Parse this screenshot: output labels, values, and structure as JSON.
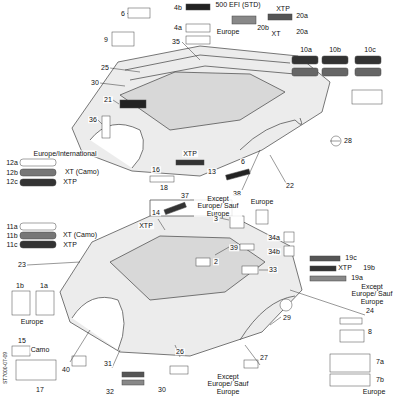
{
  "diagram": {
    "labels": [
      "6",
      "4b",
      "500 EFI (STD)",
      "35",
      "4a",
      "Europe",
      "20b",
      "XTP",
      "20a",
      "20a",
      "XT",
      "25",
      "30",
      "21",
      "9",
      "10a",
      "10b",
      "10c",
      "36",
      "Europe/International",
      "12a",
      "12b",
      "XT (Camo)",
      "12c",
      "XTP",
      "28",
      "16",
      "XTP",
      "13",
      "18",
      "38",
      "22",
      "6",
      "14",
      "XTP",
      "37",
      "Except Europe/ Sauf Europe",
      "3",
      "Europe",
      "34a",
      "34b",
      "19c",
      "19b",
      "XTP",
      "19a",
      "XT",
      "11a",
      "11b",
      "XT (Camo)",
      "11c",
      "XTP",
      "39",
      "2",
      "33",
      "23",
      "1b",
      "1a",
      "Europe",
      "24",
      "Except Europe/ Sauf Europe",
      "29",
      "8",
      "15",
      "Camo",
      "17",
      "40",
      "26",
      "31",
      "27",
      "32",
      "30",
      "Except Europe/ Sauf Europe",
      "7a",
      "7b",
      "Europe",
      "ST7000-07-09"
    ]
  }
}
